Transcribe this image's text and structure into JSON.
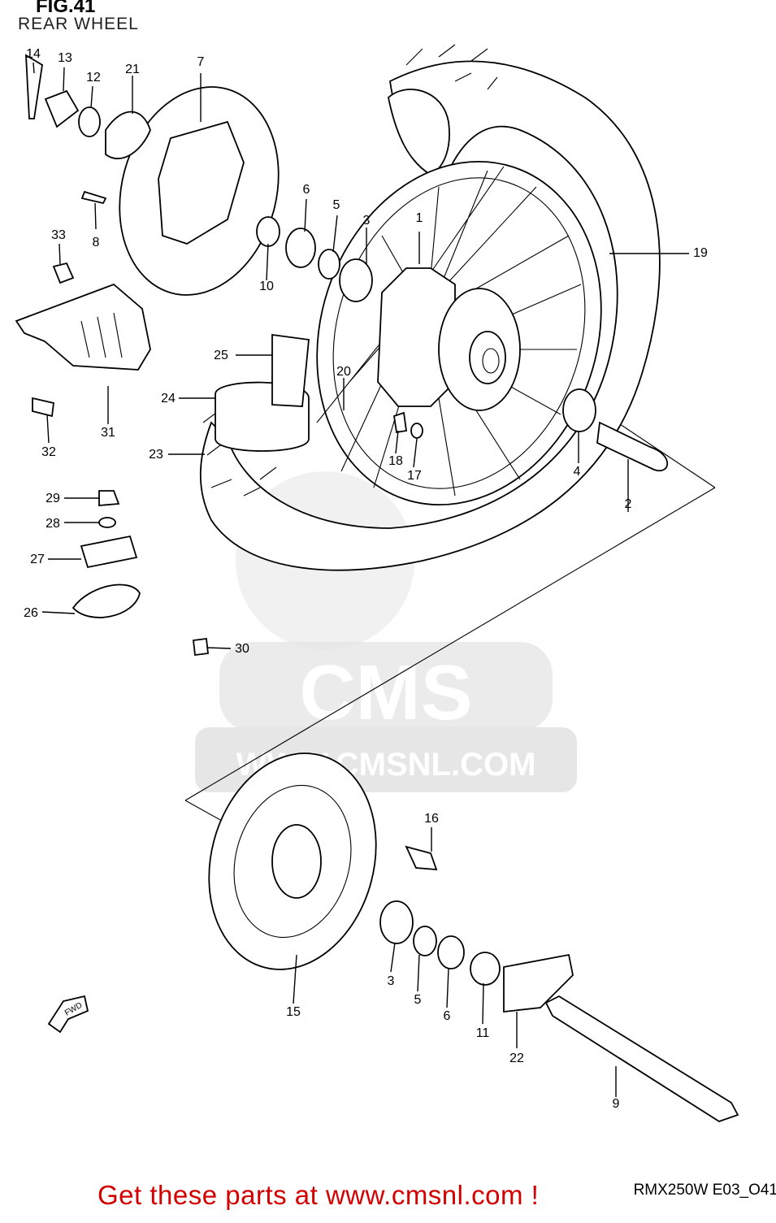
{
  "figure": {
    "title": "FIG.41",
    "subtitle": "REAR WHEEL",
    "model_code": "RMX250W E03_O41"
  },
  "footer": {
    "cta_text": "Get these parts at www.cmsnl.com !"
  },
  "watermark": {
    "logo_text": "CMS",
    "site_text": "WWW.CMSNL.COM"
  },
  "direction_marker": {
    "text": "FWD",
    "icon": "arrow-left-down-icon"
  },
  "parts": [
    {
      "number": "1"
    },
    {
      "number": "2"
    },
    {
      "number": "3"
    },
    {
      "number": "4"
    },
    {
      "number": "5"
    },
    {
      "number": "6"
    },
    {
      "number": "7"
    },
    {
      "number": "8"
    },
    {
      "number": "9"
    },
    {
      "number": "10"
    },
    {
      "number": "11"
    },
    {
      "number": "12"
    },
    {
      "number": "13"
    },
    {
      "number": "14"
    },
    {
      "number": "15"
    },
    {
      "number": "16"
    },
    {
      "number": "17"
    },
    {
      "number": "18"
    },
    {
      "number": "19"
    },
    {
      "number": "20"
    },
    {
      "number": "21"
    },
    {
      "number": "22"
    },
    {
      "number": "23"
    },
    {
      "number": "24"
    },
    {
      "number": "25"
    },
    {
      "number": "26"
    },
    {
      "number": "27"
    },
    {
      "number": "28"
    },
    {
      "number": "29"
    },
    {
      "number": "30"
    },
    {
      "number": "31"
    },
    {
      "number": "32"
    },
    {
      "number": "33"
    }
  ],
  "duplicate_labels": [
    {
      "number": "3"
    },
    {
      "number": "5"
    },
    {
      "number": "6"
    }
  ],
  "colors": {
    "line": "#000000",
    "cta": "#d40000",
    "watermark": "#e6e6e6"
  }
}
